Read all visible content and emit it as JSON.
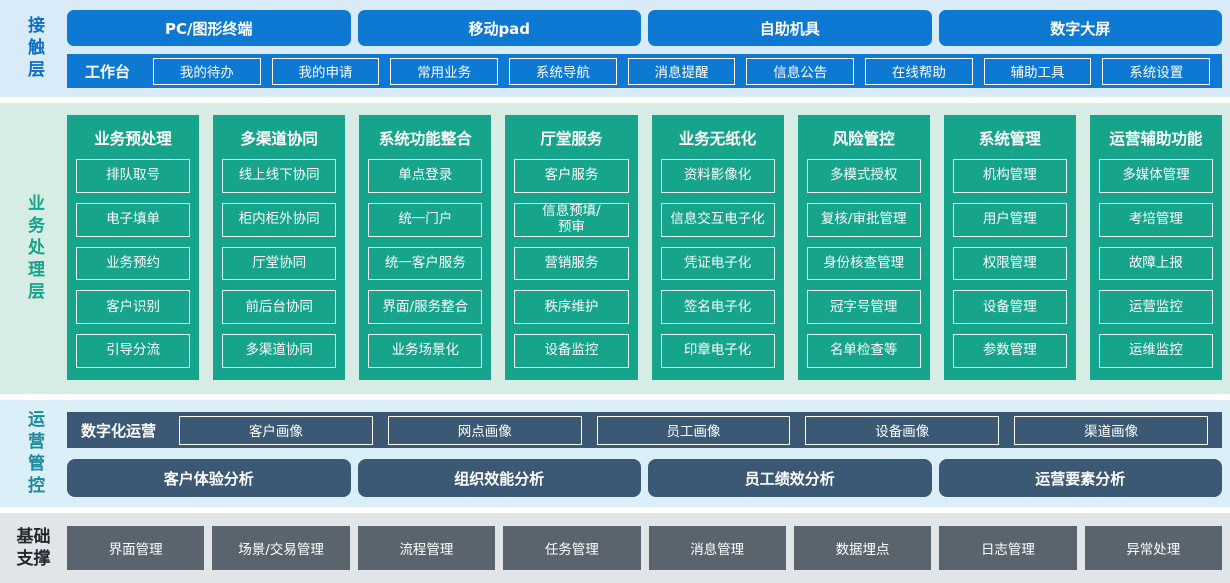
{
  "contact_layer": {
    "label": "接触层",
    "terminals": [
      "PC/图形终端",
      "移动pad",
      "自助机具",
      "数字大屏"
    ],
    "workbench": {
      "label": "工作台",
      "items": [
        "我的待办",
        "我的申请",
        "常用业务",
        "系统导航",
        "消息提醒",
        "信息公告",
        "在线帮助",
        "辅助工具",
        "系统设置"
      ]
    }
  },
  "business_layer": {
    "label": "业务处理层",
    "columns": [
      {
        "title": "业务预处理",
        "items": [
          "排队取号",
          "电子填单",
          "业务预约",
          "客户识别",
          "引导分流"
        ]
      },
      {
        "title": "多渠道协同",
        "items": [
          "线上线下协同",
          "柜内柜外协同",
          "厅堂协同",
          "前后台协同",
          "多渠道协同"
        ]
      },
      {
        "title": "系统功能整合",
        "items": [
          "单点登录",
          "统一门户",
          "统一客户服务",
          "界面/服务整合",
          "业务场景化"
        ]
      },
      {
        "title": "厅堂服务",
        "items": [
          "客户服务",
          "信息预填/\n预审",
          "营销服务",
          "秩序维护",
          "设备监控"
        ]
      },
      {
        "title": "业务无纸化",
        "items": [
          "资料影像化",
          "信息交互电子化",
          "凭证电子化",
          "签名电子化",
          "印章电子化"
        ]
      },
      {
        "title": "风险管控",
        "items": [
          "多模式授权",
          "复核/审批管理",
          "身份核查管理",
          "冠字号管理",
          "名单检查等"
        ]
      },
      {
        "title": "系统管理",
        "items": [
          "机构管理",
          "用户管理",
          "权限管理",
          "设备管理",
          "参数管理"
        ]
      },
      {
        "title": "运营辅助功能",
        "items": [
          "多媒体管理",
          "考培管理",
          "故障上报",
          "运营监控",
          "运维监控"
        ]
      }
    ]
  },
  "operations_layer": {
    "label": "运营管控",
    "digital_ops": {
      "label": "数字化运营",
      "items": [
        "客户画像",
        "网点画像",
        "员工画像",
        "设备画像",
        "渠道画像"
      ]
    },
    "analysis": [
      "客户体验分析",
      "组织效能分析",
      "员工绩效分析",
      "运营要素分析"
    ]
  },
  "foundation_layer": {
    "label": "基础支撑",
    "items": [
      "界面管理",
      "场景/交易管理",
      "流程管理",
      "任务管理",
      "消息管理",
      "数据埋点",
      "日志管理",
      "异常处理"
    ]
  },
  "colors": {
    "accent_blue": "#0d79d2",
    "accent_green": "#16a58b",
    "accent_slate": "#3b5975",
    "accent_gray": "#5a646e",
    "band_blue": "#d9eaf8",
    "band_green": "#d6ece4",
    "band_cyan": "#dbeff9",
    "band_gray": "#e2e5e8"
  }
}
